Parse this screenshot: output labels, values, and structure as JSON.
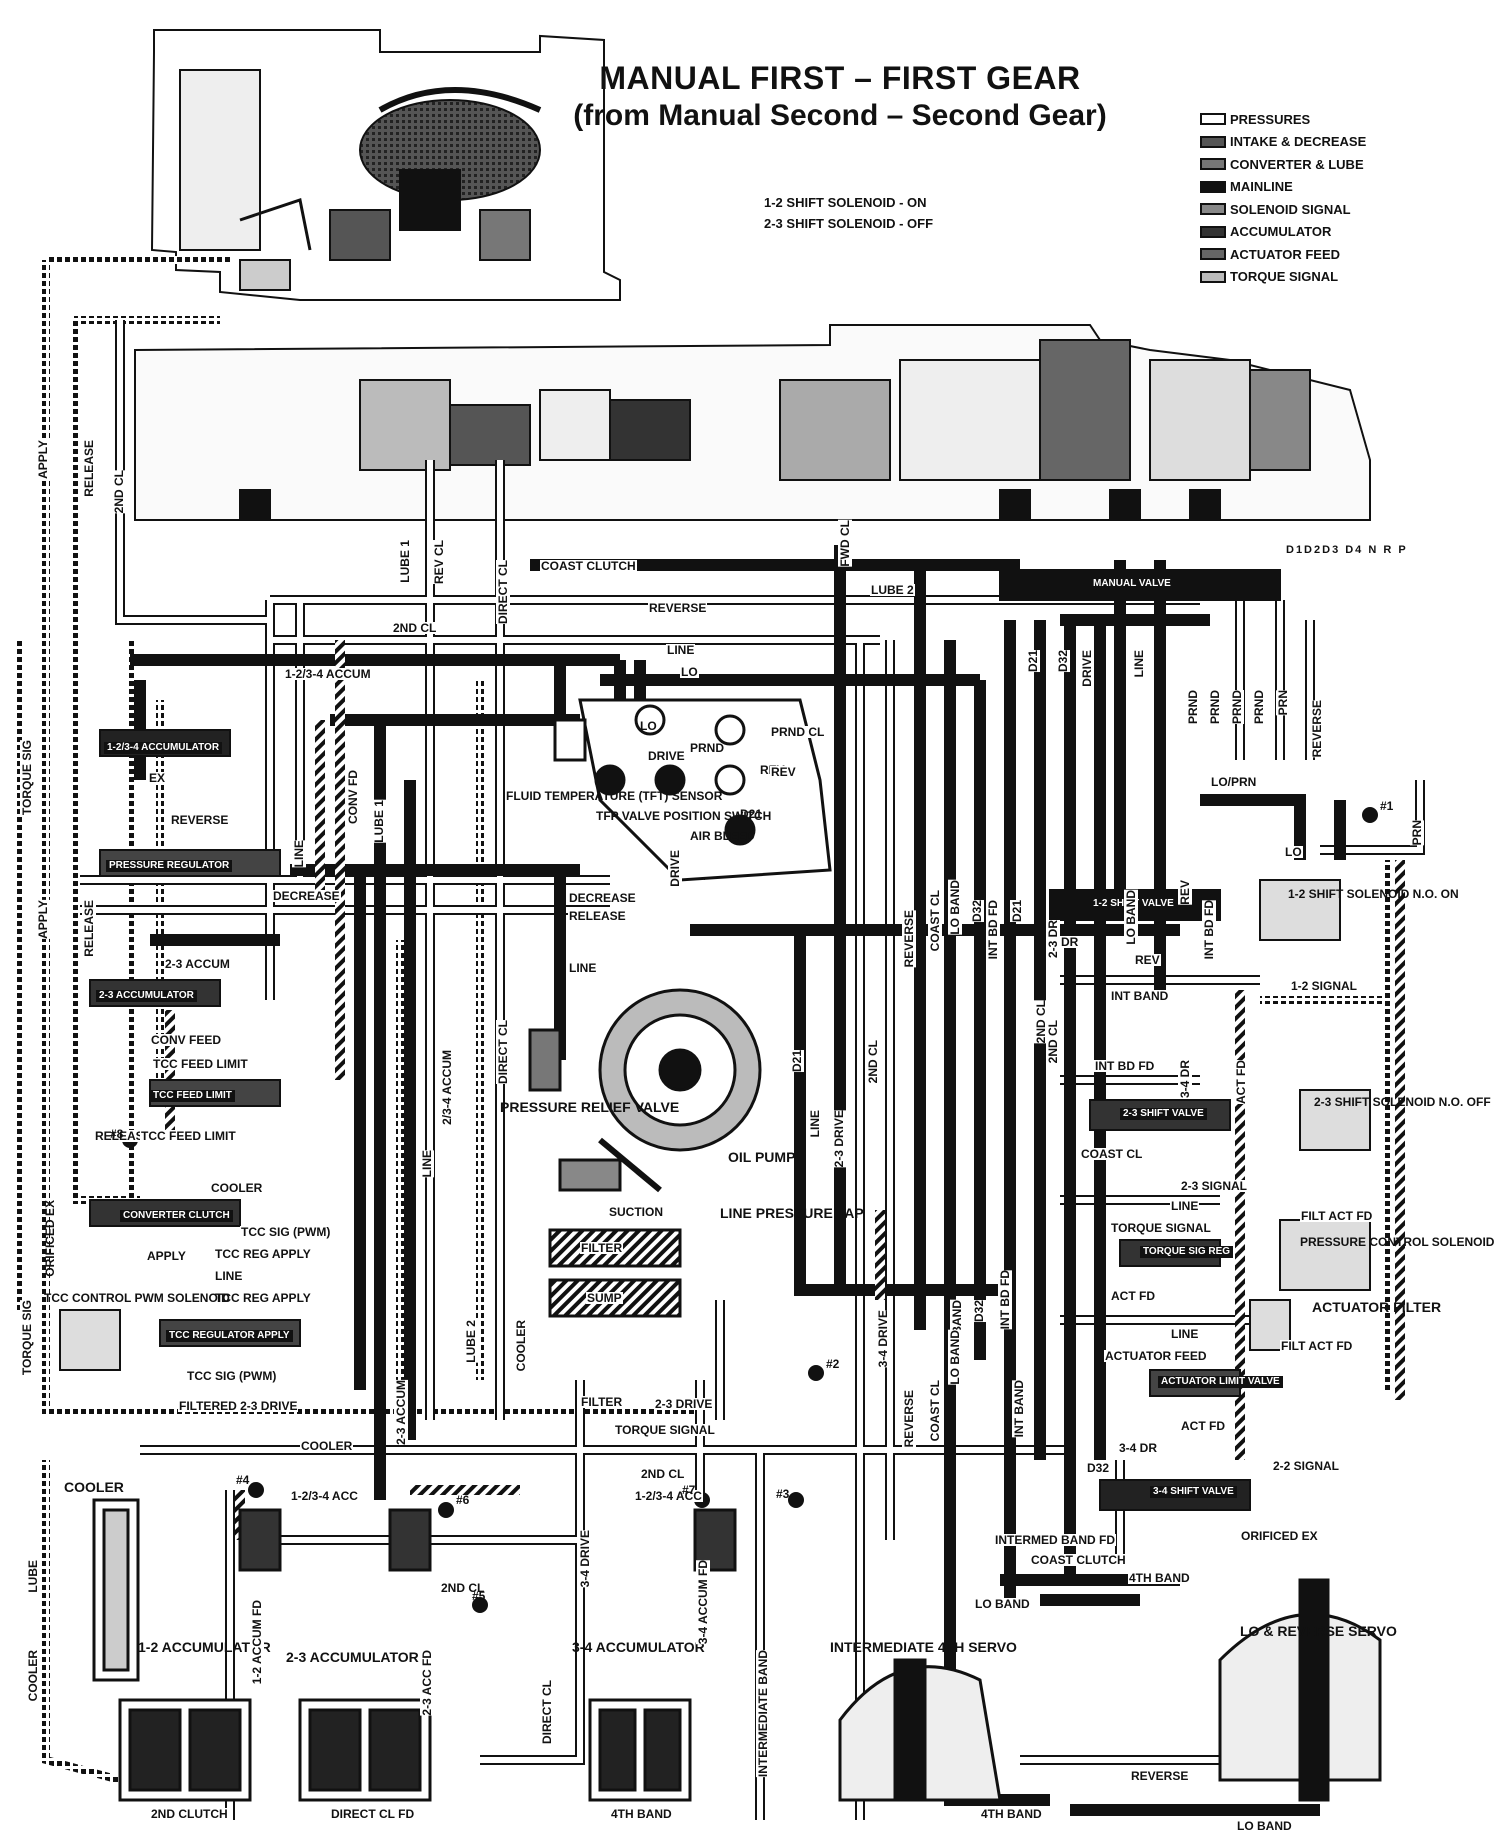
{
  "title": {
    "line1": "MANUAL FIRST – FIRST GEAR",
    "line2": "(from Manual Second – Second Gear)"
  },
  "solenoids": {
    "s12": "1-2 SHIFT SOLENOID - ON",
    "s23": "2-3 SHIFT SOLENOID - OFF"
  },
  "legend": [
    {
      "label": "PRESSURES",
      "fill": "#ffffff"
    },
    {
      "label": "INTAKE & DECREASE",
      "fill": "#555555"
    },
    {
      "label": "CONVERTER & LUBE",
      "fill": "#777777"
    },
    {
      "label": "MAINLINE",
      "fill": "#111111"
    },
    {
      "label": "SOLENOID SIGNAL",
      "fill": "#888888"
    },
    {
      "label": "ACCUMULATOR",
      "fill": "#333333"
    },
    {
      "label": "ACTUATOR FEED",
      "fill": "#666666"
    },
    {
      "label": "TORQUE SIGNAL",
      "fill": "#bbbbbb"
    }
  ],
  "manual_valve_detents": "D1D2D3 D4  N  R    P",
  "labels": {
    "apply": "APPLY",
    "release_top": "RELEASE",
    "cl2nd_top": "2ND CL",
    "lube1": "LUBE 1",
    "rev_cl": "REV CL",
    "direct_cl_top": "DIRECT CL",
    "fwd_cl": "FWD CL",
    "coast_clutch_top": "COAST CLUTCH",
    "lube2": "LUBE 2",
    "reverse_top": "REVERSE",
    "cl2nd_mid": "2ND CL",
    "line_top": "LINE",
    "lo_top": "LO",
    "accum234": "1-2/3-4 ACCUM",
    "accumulator_valve_12_34": "1-2/3-4 ACCUMULATOR",
    "ex": "EX",
    "torque_sig_left": "TORQUE SIG",
    "reverse_left": "REVERSE",
    "conv_fd": "CONV FD",
    "lube_left": "LUBE 1",
    "line_left": "LINE",
    "pressure_regulator": "PRESSURE REGULATOR",
    "decrease": "DECREASE",
    "release_mid": "RELEASE",
    "decrease_mid": "DECREASE",
    "apply_left": "APPLY",
    "release_left": "RELEASE",
    "fluid_temp": "FLUID TEMPERATURE (TFT) SENSOR",
    "tfp_switch": "TFP VALVE POSITION SWITCH",
    "lo_switch": "LO",
    "prnd_switch": "PRND",
    "drive_switch": "DRIVE",
    "rev_switch": "REV",
    "d21_switch": "D21",
    "air_bleed": "AIR BLEED",
    "prnd_cl": "PRND CL",
    "rev_port": "REV",
    "drive_port": "DRIVE",
    "line_mid": "LINE",
    "accum_23": "2-3 ACCUM",
    "accumulator_23": "2-3 ACCUMULATOR",
    "conv_feed": "CONV FEED",
    "tcc_feed_limit": "TCC FEED LIMIT",
    "tcc_feed_limit_valve": "TCC FEED LIMIT",
    "release_low": "RELEASE",
    "tcc_feed_limit2": "TCC FEED LIMIT",
    "cooler": "COOLER",
    "converter_clutch_valve": "CONVERTER CLUTCH",
    "orificed_ex": "ORIFICED EX",
    "tcc_sig_pwm": "TCC SIG (PWM)",
    "apply_low": "APPLY",
    "tcc_reg_apply": "TCC REG APPLY",
    "line_low": "LINE",
    "tcc_reg_apply2": "TCC REG APPLY",
    "tcc_control_pwm": "TCC CONTROL PWM SOLENOID",
    "tcc_regulator_valve": "TCC REGULATOR APPLY",
    "tcc_sig_pwm2": "TCC SIG (PWM)",
    "filtered_23_drive": "FILTERED 2-3 DRIVE",
    "torque_sig_left2": "TORQUE SIG",
    "accum_23_vert": "2-3 ACCUM",
    "line_vert1": "LINE",
    "accum_1234_vert": "2/3-4 ACCUM",
    "lube_vert": "LUBE 2",
    "cooler_vert": "COOLER",
    "direct_cl_vert": "DIRECT CL",
    "pressure_relief_valve": "PRESSURE RELIEF VALVE",
    "oil_pump": "OIL PUMP",
    "suction": "SUCTION",
    "filter": "FILTER",
    "sump": "SUMP",
    "line_pressure_tap": "LINE PRESSURE TAP",
    "filter_low": "FILTER",
    "drive_23": "2-3 DRIVE",
    "torque_signal_low": "TORQUE SIGNAL",
    "cooler_low": "COOLER",
    "cl2nd_low": "2ND CL",
    "accum_1234_low": "1-2/3-4 ACC",
    "accum_1234_low2": "1-2/3-4 ACC",
    "cooler_block": "COOLER",
    "lube_block": "LUBE",
    "cooler_block2": "COOLER",
    "accum_12_label": "1-2 ACCUMULATOR",
    "accum_23_label": "2-3 ACCUMULATOR",
    "accum_34_label": "3-4 ACCUMULATOR",
    "accum_12_fd": "1-2 ACCUM FD",
    "accum_23_fd": "2-3 ACC FD",
    "accum_34_fd": "3-4 ACCUM FD",
    "cl2nd_low2": "2ND CL",
    "drive_34": "3-4 DRIVE",
    "direct_cl_low": "DIRECT CL",
    "clutch_2nd_low": "2ND CLUTCH",
    "direct_cl_fd": "DIRECT CL FD",
    "band_4th_low": "4TH BAND",
    "band_4th_low2": "4TH BAND",
    "intermediate_band": "INTERMEDIATE BAND",
    "intermediate_servo": "INTERMEDIATE 4TH SERVO",
    "lo_reverse_servo": "LO & REVERSE SERVO",
    "reverse_low": "REVERSE",
    "lo_band_low": "LO BAND",
    "lo_band_mid": "LO BAND",
    "coast_clutch_low": "COAST CLUTCH",
    "intermed_band_fd": "INTERMED BAND FD",
    "band_4th_mid": "4TH BAND",
    "orificed_ex_right": "ORIFICED EX",
    "shift_valve_34": "3-4 SHIFT VALVE",
    "d32": "D32",
    "drive_34_right": "3-4 DR",
    "signal_right": "2-2 SIGNAL",
    "act_fd": "ACT FD",
    "act_limit_valve": "ACTUATOR LIMIT VALVE",
    "actuator_feed": "ACTUATOR FEED",
    "line_right": "LINE",
    "filt_act_fd": "FILT ACT FD",
    "actuator_filter": "ACTUATOR FILTER",
    "act_fd2": "ACT FD",
    "torque_signal_right": "TORQUE SIGNAL",
    "torque_sig_reg": "TORQUE SIG REG",
    "pcs": "PRESSURE CONTROL SOLENOID",
    "line_right2": "LINE",
    "filt_act_fd2": "FILT ACT FD",
    "signal_23": "2-3 SIGNAL",
    "coast_cl_right": "COAST CL",
    "shift_valve_23": "2-3 SHIFT VALVE",
    "shift_sol_23": "2-3 SHIFT SOLENOID N.O. OFF",
    "int_bd_fd": "INT BD FD",
    "int_band": "INT BAND",
    "signal_12": "1-2 SIGNAL",
    "rev_right": "REV",
    "drive_12": "DR",
    "shift_valve_12": "1-2 SHIFT VALVE",
    "shift_sol_12": "1-2 SHIFT SOLENOID N.O. ON",
    "lo_prn": "LO/PRN",
    "lo_right": "LO",
    "prn_right": "PRN",
    "manual_valve": "MANUAL VALVE",
    "d21": "D21",
    "d32_top": "D32",
    "drive_top": "DRIVE",
    "line_top2": "LINE",
    "prnd_1": "PRND",
    "prnd_2": "PRND",
    "prnd_3": "PRND",
    "prnd_4": "PRND",
    "prn_top": "PRN",
    "reverse_right": "REVERSE",
    "reverse_vert": "REVERSE",
    "coast_cl_vert": "COAST CL",
    "lo_band_vert": "LO BAND",
    "d32_vert": "D32",
    "int_bd_fd_vert": "INT BD FD",
    "d21_vert": "D21",
    "drive_23_vert": "2-3 DRIVE",
    "line_vert2": "LINE",
    "d21_vert2": "D21",
    "drive_34_vert": "3-4 DRIVE",
    "cl2nd_vert": "2ND CL",
    "reverse_vert2": "REVERSE",
    "coast_cl_vert2": "COAST CL",
    "lo_band_vert2": "LO BAND",
    "d32_vert2": "D32",
    "int_bd_fd_vert2": "INT BD FD",
    "int_band_vert": "INT BAND",
    "lo_band_vert3": "LO BAND",
    "cl2nd_vert2": "2ND CL",
    "drive_23_vert2": "2-3 DR",
    "lo_band_vert4": "LO BAND",
    "rev_vert": "REV",
    "int_bd_fd_vert3": "INT BD FD",
    "act_fd_vert": "ACT FD",
    "drive_34_vert2": "3-4 DR",
    "cl2nd_vert3": "2ND CL"
  },
  "check_balls": [
    "#1",
    "#2",
    "#3",
    "#4",
    "#5",
    "#6",
    "#7",
    "#8"
  ]
}
